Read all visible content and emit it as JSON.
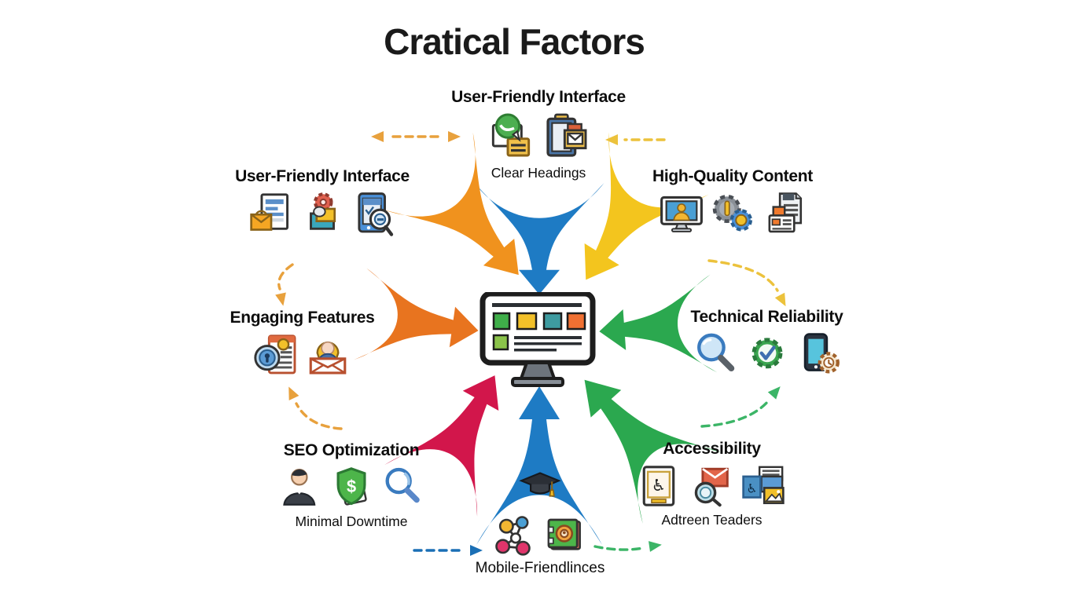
{
  "title": "Cratical Factors",
  "colors": {
    "blue": "#1e7bc4",
    "orange": "#f0921e",
    "orange_deep": "#e8741f",
    "yellow": "#f3c51e",
    "green": "#2ba84f",
    "red": "#d2164b",
    "dashed_orange": "#e8a13d",
    "dashed_yellow": "#ecc23c",
    "dashed_green": "#3cb567",
    "dashed_blue": "#1a6fb5",
    "title_color": "#1a1a1a"
  },
  "center": {
    "icon": "website-monitor-icon"
  },
  "nodes": {
    "top": {
      "label": "User-Friendly Interface",
      "sublabel": "Clear Headings",
      "icons": [
        "document-chat-icon",
        "clipboard-mail-icon"
      ]
    },
    "left": {
      "label": "User-Friendly Interface",
      "icons": [
        "document-list-icon",
        "folder-gear-icon",
        "tablet-search-icon"
      ]
    },
    "right": {
      "label": "High-Quality Content",
      "icons": [
        "monitor-user-icon",
        "gears-icon",
        "documents-stack-icon"
      ]
    },
    "mid_left": {
      "label": "Engaging Features",
      "icons": [
        "document-badge-icon",
        "woman-envelope-icon"
      ]
    },
    "mid_right": {
      "label": "Technical Reliability",
      "icons": [
        "magnifier-icon",
        "badge-check-icon",
        "phone-clock-icon"
      ]
    },
    "bottom_left": {
      "label": "SEO Optimization",
      "sublabel": "Minimal Downtime",
      "icons": [
        "person-suit-icon",
        "shield-dollar-icon",
        "search-icon"
      ]
    },
    "bottom_right": {
      "label": "Accessibility",
      "sublabel": "Adtreen Teaders",
      "icons": [
        "tablet-wheelchair-icon",
        "mail-magnifier-icon",
        "accessibility-windows-icon"
      ]
    },
    "bottom": {
      "label": "Mobile-Friendlinces",
      "icons": [
        "graduation-cap-icon",
        "molecule-icon",
        "book-camera-icon"
      ]
    }
  }
}
